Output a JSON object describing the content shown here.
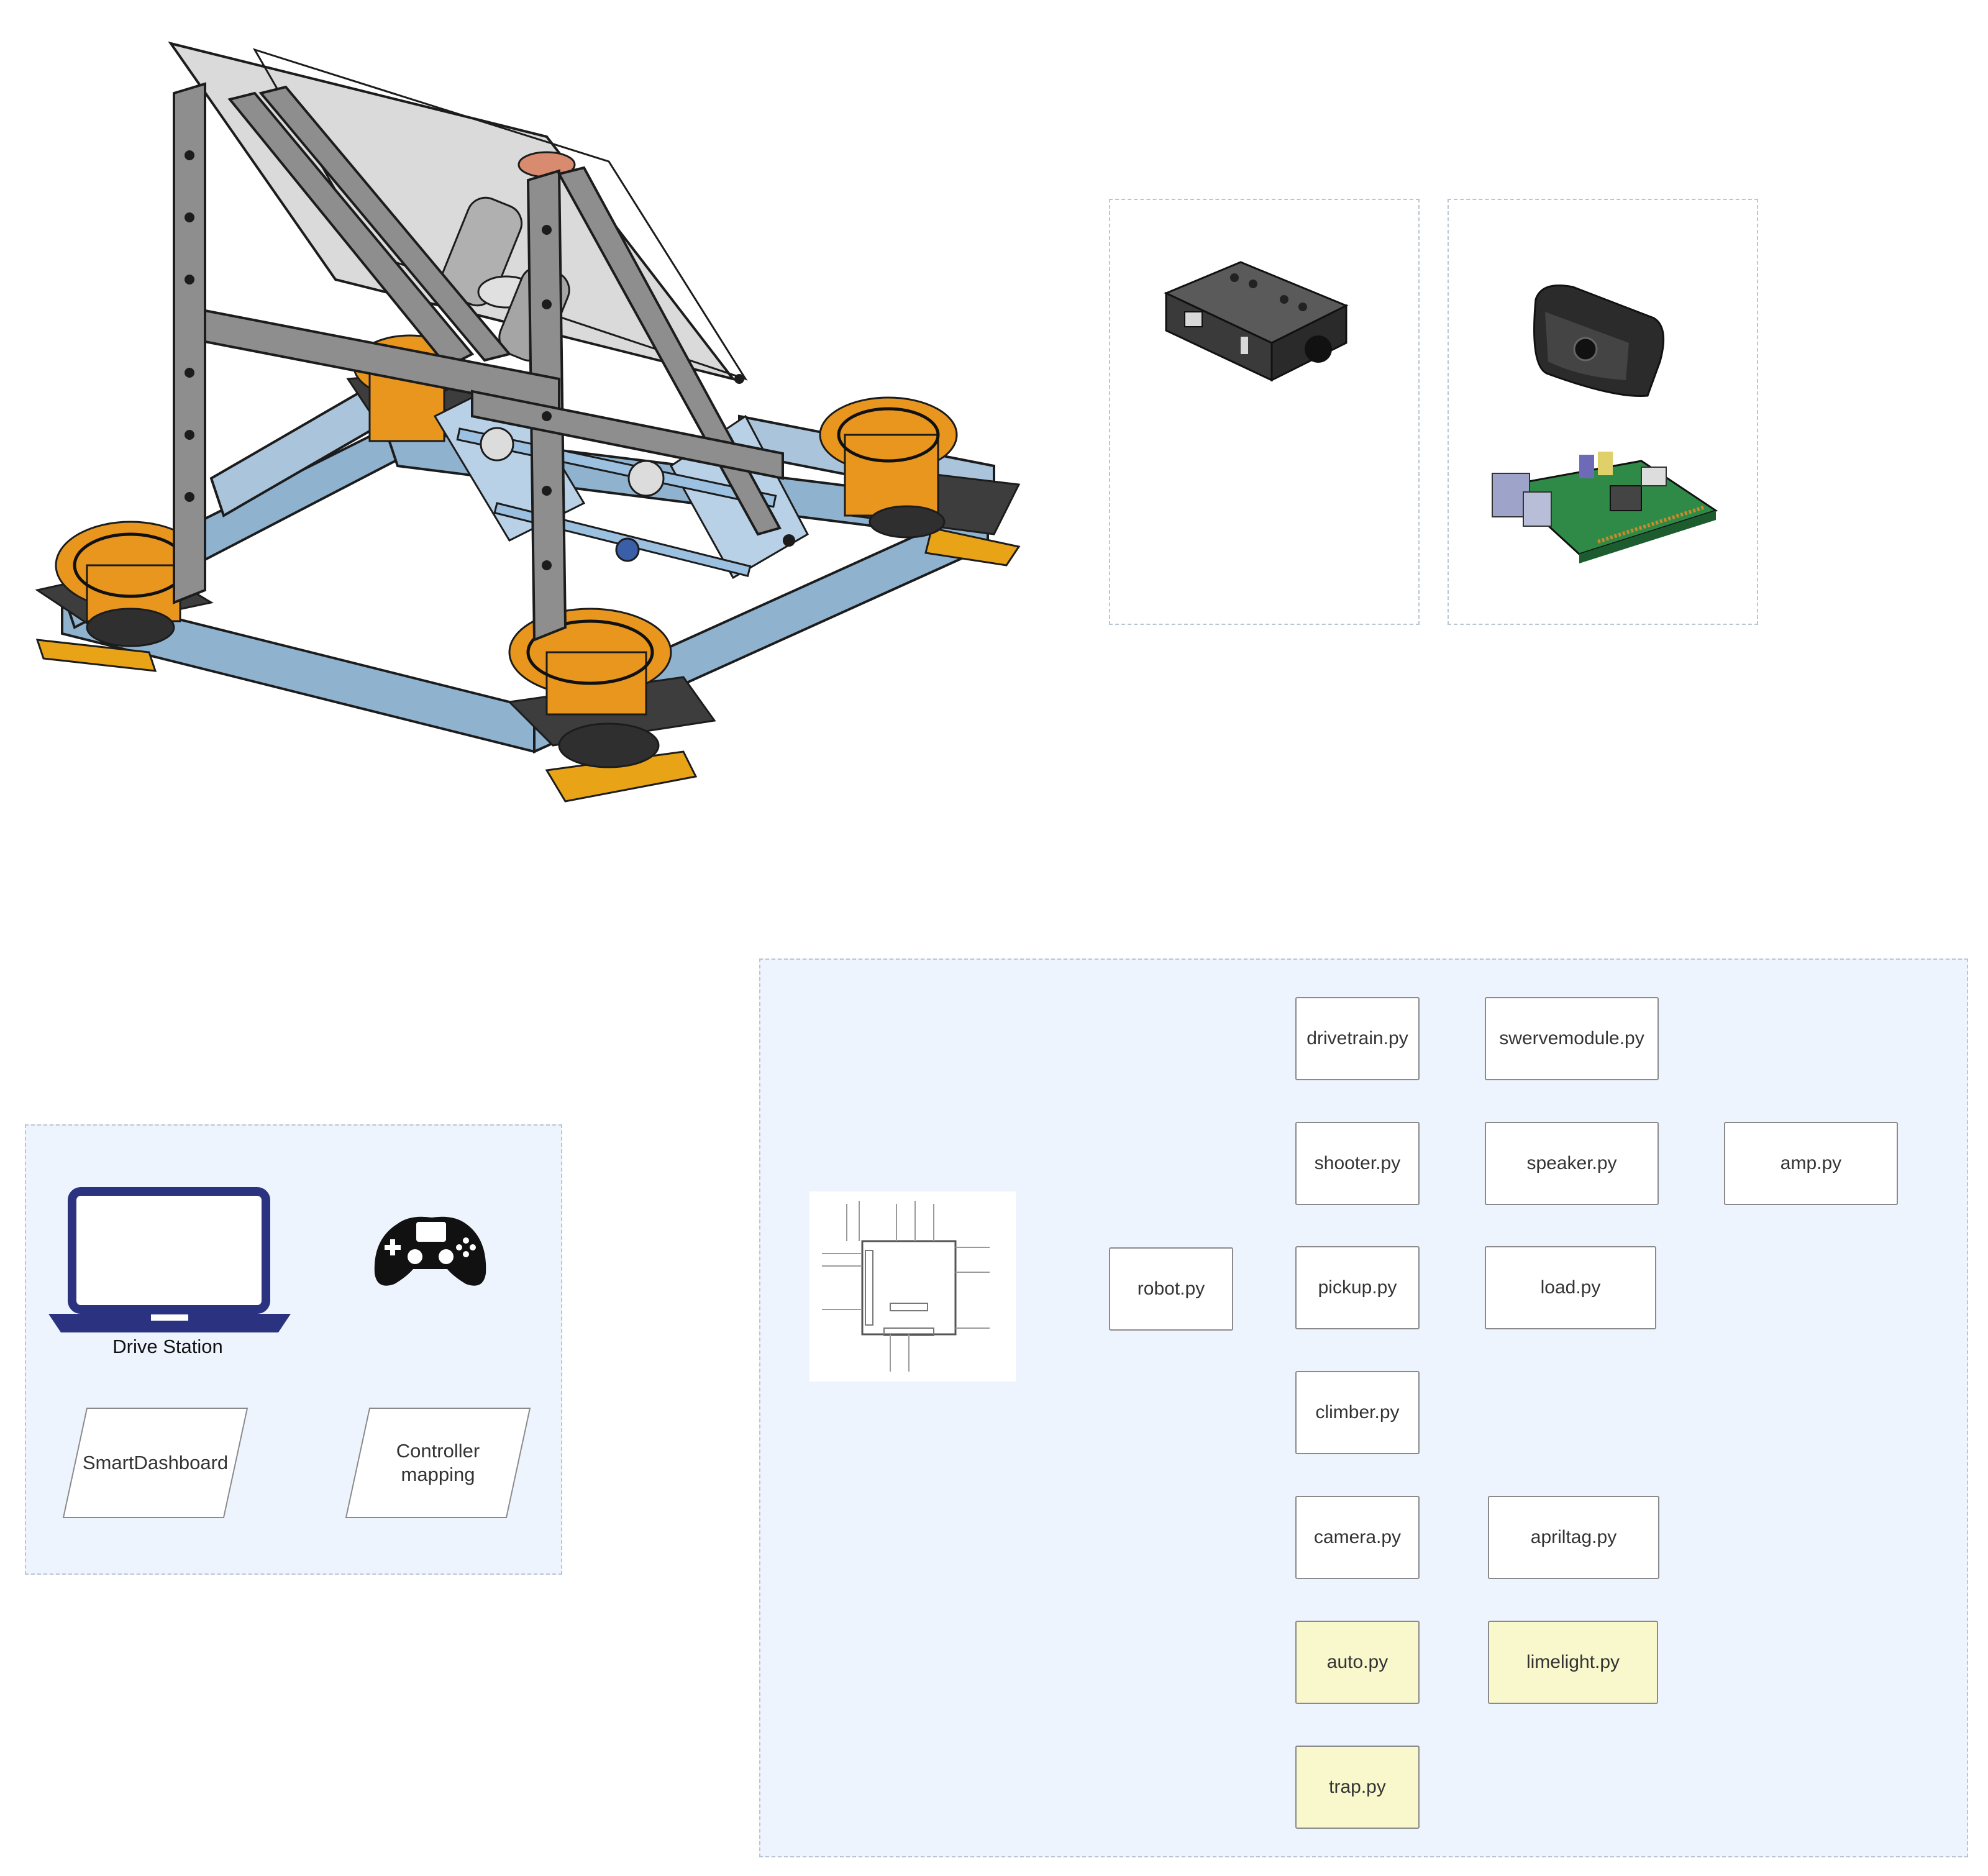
{
  "drive_station": {
    "label": "Drive Station",
    "smartdashboard": "SmartDashboard",
    "controller_mapping": "Controller mapping",
    "laptop_icon_color": "#2b3380"
  },
  "robot_code": {
    "files": {
      "robot": "robot.py",
      "drivetrain": "drivetrain.py",
      "swervemodule": "swervemodule.py",
      "shooter": "shooter.py",
      "speaker": "speaker.py",
      "amp": "amp.py",
      "pickup": "pickup.py",
      "load": "load.py",
      "climber": "climber.py",
      "camera": "camera.py",
      "apriltag": "apriltag.py",
      "auto": "auto.py",
      "limelight": "limelight.py",
      "trap": "trap.py"
    },
    "highlight_color": "#f8f8cc"
  },
  "colors": {
    "panel_blue": "#edf4fd",
    "frame_blue": "#8fb2cf",
    "motor_orange": "#e8961e"
  }
}
